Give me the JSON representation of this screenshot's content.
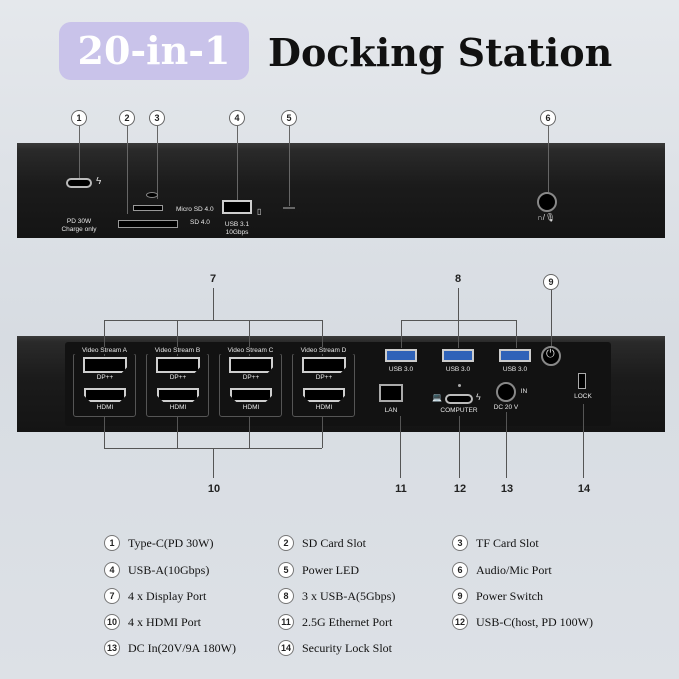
{
  "title": {
    "badge": "20-in-1",
    "main": "Docking Station"
  },
  "front": {
    "callouts": [
      "1",
      "2",
      "3",
      "4",
      "5",
      "6"
    ],
    "labels": {
      "pd": "PD 30W",
      "charge": "Charge only",
      "microsd": "Micro SD 4.0",
      "sd": "SD 4.0",
      "usb31": "USB 3.1",
      "gbps": "10Gbps"
    }
  },
  "rear": {
    "callouts_top": [
      "7",
      "8",
      "9"
    ],
    "callouts_bottom": [
      "10",
      "11",
      "12",
      "13",
      "14"
    ],
    "streams": [
      "Video Stream A",
      "Video Stream B",
      "Video Stream C",
      "Video Stream D"
    ],
    "dp_label": "DP++",
    "hdmi_label": "HDMI",
    "usb30": "USB 3.0",
    "lan": "LAN",
    "computer": "COMPUTER",
    "dc": "DC 20 V",
    "in": "IN",
    "lock": "LOCK"
  },
  "legend": [
    {
      "n": "1",
      "text": "Type-C(PD 30W)"
    },
    {
      "n": "2",
      "text": "SD Card Slot"
    },
    {
      "n": "3",
      "text": "TF Card Slot"
    },
    {
      "n": "4",
      "text": "USB-A(10Gbps)"
    },
    {
      "n": "5",
      "text": "Power LED"
    },
    {
      "n": "6",
      "text": "Audio/Mic Port"
    },
    {
      "n": "7",
      "text": "4 x Display Port"
    },
    {
      "n": "8",
      "text": "3 x USB-A(5Gbps)"
    },
    {
      "n": "9",
      "text": "Power Switch"
    },
    {
      "n": "10",
      "text": "4 x HDMI Port"
    },
    {
      "n": "11",
      "text": "2.5G Ethernet Port"
    },
    {
      "n": "12",
      "text": "USB-C(host, PD 100W)"
    },
    {
      "n": "13",
      "text": "DC In(20V/9A 180W)"
    },
    {
      "n": "14",
      "text": "Security Lock Slot"
    }
  ]
}
